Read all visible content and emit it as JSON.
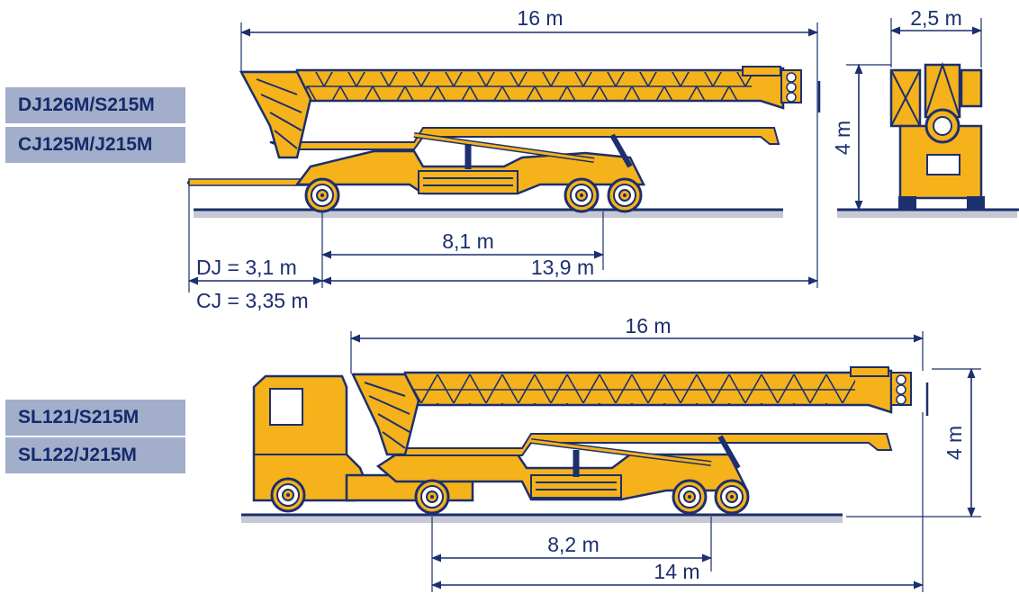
{
  "models": {
    "top_1": "DJ126M/S215M",
    "top_2": "CJ125M/J215M",
    "bottom_1": "SL121/S215M",
    "bottom_2": "SL122/J215M"
  },
  "dimensions": {
    "top_length": "16 m",
    "top_width": "2,5 m",
    "top_height": "4 m",
    "top_wheelbase": "8,1 m",
    "top_overall": "13,9 m",
    "top_dj": "DJ = 3,1 m",
    "top_cj": "CJ = 3,35 m",
    "bottom_length": "16 m",
    "bottom_height": "4 m",
    "bottom_wheelbase": "8,2 m",
    "bottom_overall": "14 m"
  },
  "colors": {
    "crane_yellow": "#f5b21b",
    "outline_blue": "#1c2f6e",
    "ground_grey": "#c6c9d4",
    "label_bg": "#a3aecb"
  }
}
